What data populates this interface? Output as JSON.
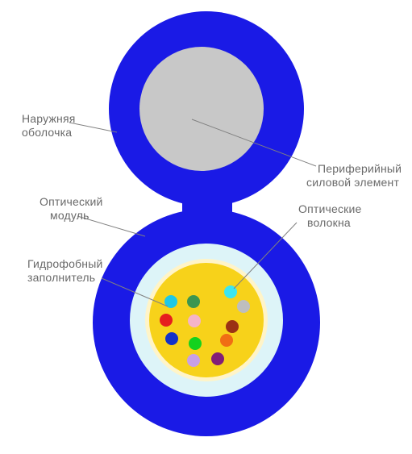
{
  "labels": {
    "outer_sheath": [
      "Наружняя",
      "оболочка"
    ],
    "peripheral_strength": [
      "Периферийный",
      "силовой элемент"
    ],
    "optical_module": [
      "Оптический",
      "модуль"
    ],
    "optical_fibers": [
      "Оптические",
      "волокна"
    ],
    "hydrophobic_filler": [
      "Гидрофобный",
      "заполнитель"
    ]
  },
  "colors": {
    "sheath": "#1a1ae6",
    "strength_member": "#c8c8c8",
    "module_ring": "#ddf4f8",
    "filler_rim": "#fff4c8",
    "filler": "#f7d21a",
    "leader": "#808080",
    "label_text": "#6a6a6a"
  },
  "fibers": [
    {
      "name": "cyan",
      "color": "#1ec8e6"
    },
    {
      "name": "light-cyan",
      "color": "#3ce6f0"
    },
    {
      "name": "teal-green",
      "color": "#3c9650"
    },
    {
      "name": "gray",
      "color": "#bebebe"
    },
    {
      "name": "red",
      "color": "#e61e1e"
    },
    {
      "name": "pink",
      "color": "#f5b4c8"
    },
    {
      "name": "brown",
      "color": "#9b3214"
    },
    {
      "name": "dark-blue",
      "color": "#1432c8"
    },
    {
      "name": "green",
      "color": "#14d21e"
    },
    {
      "name": "orange",
      "color": "#f06e14"
    },
    {
      "name": "lavender",
      "color": "#c8a0e6"
    },
    {
      "name": "purple",
      "color": "#821e78"
    }
  ]
}
